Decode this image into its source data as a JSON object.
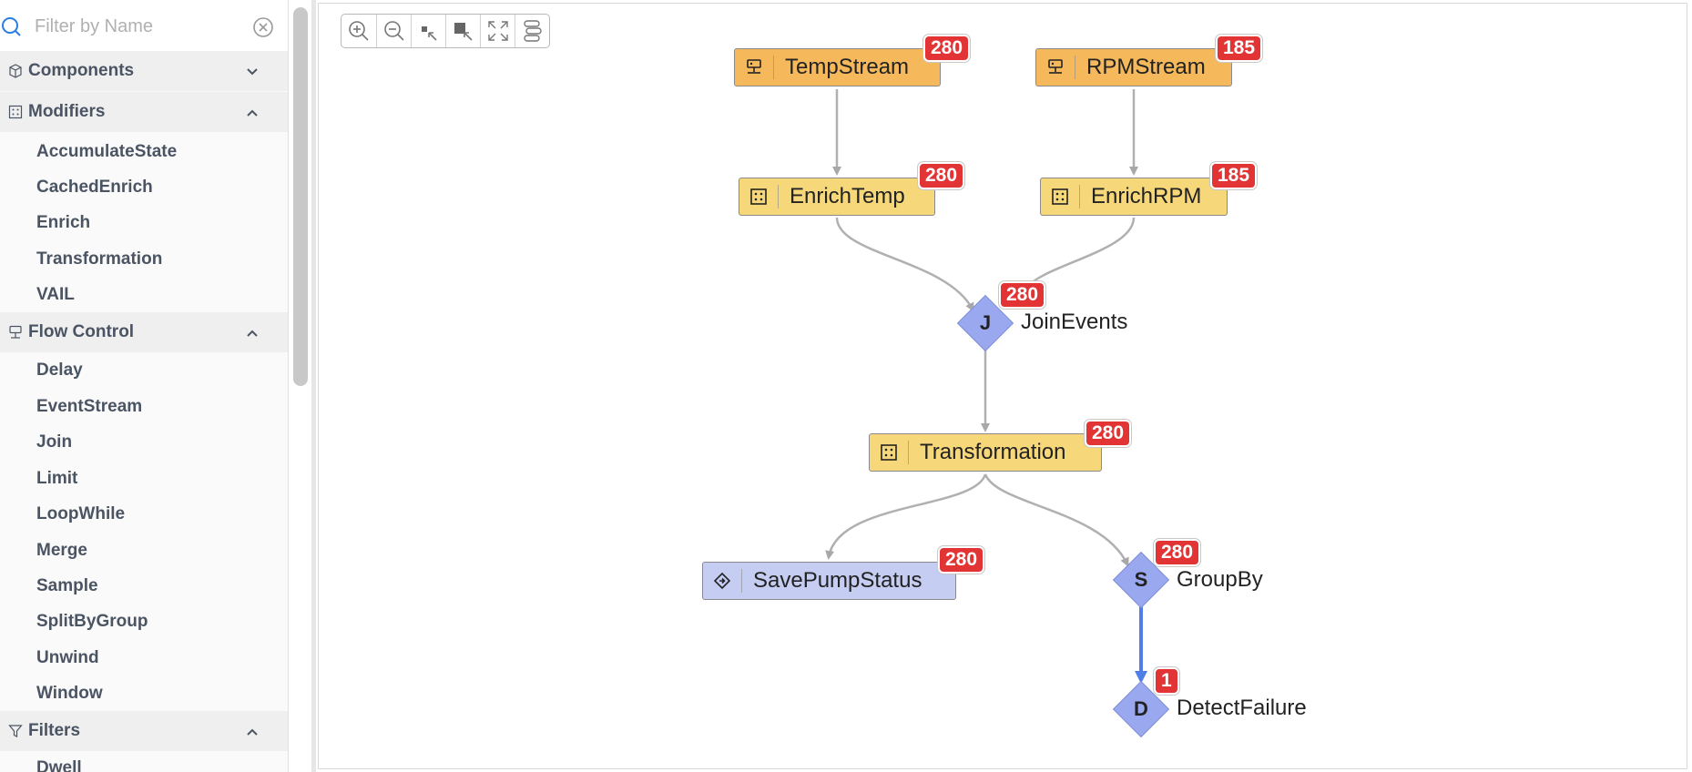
{
  "search": {
    "placeholder": "Filter by Name"
  },
  "sidebar": {
    "sections": [
      {
        "label": "Components",
        "state": "collapsed",
        "items": []
      },
      {
        "label": "Modifiers",
        "state": "expanded",
        "items": [
          "AccumulateState",
          "CachedEnrich",
          "Enrich",
          "Transformation",
          "VAIL"
        ]
      },
      {
        "label": "Flow Control",
        "state": "expanded",
        "items": [
          "Delay",
          "EventStream",
          "Join",
          "Limit",
          "LoopWhile",
          "Merge",
          "Sample",
          "SplitByGroup",
          "Unwind",
          "Window"
        ]
      },
      {
        "label": "Filters",
        "state": "expanded",
        "items": [
          "Dwell"
        ]
      }
    ]
  },
  "toolbar": {
    "buttons": [
      "zoom-in-icon",
      "zoom-out-icon",
      "collapse-node-icon",
      "expand-node-icon",
      "fit-screen-icon",
      "auto-layout-icon"
    ]
  },
  "graph": {
    "nodes": [
      {
        "id": "tempstream",
        "label": "TempStream",
        "count": "280",
        "kind": "source",
        "color": "#f5b95c"
      },
      {
        "id": "rpmstream",
        "label": "RPMStream",
        "count": "185",
        "kind": "source",
        "color": "#f5b95c"
      },
      {
        "id": "enrichtemp",
        "label": "EnrichTemp",
        "count": "280",
        "kind": "modifier",
        "color": "#f6d87a"
      },
      {
        "id": "enrichrpm",
        "label": "EnrichRPM",
        "count": "185",
        "kind": "modifier",
        "color": "#f6d87a"
      },
      {
        "id": "joinevents",
        "label": "JoinEvents",
        "count": "280",
        "kind": "flow",
        "letter": "J"
      },
      {
        "id": "transformation",
        "label": "Transformation",
        "count": "280",
        "kind": "modifier",
        "color": "#f6d87a"
      },
      {
        "id": "savepumpstatus",
        "label": "SavePumpStatus",
        "count": "280",
        "kind": "sink",
        "color": "#c6cdf2"
      },
      {
        "id": "groupby",
        "label": "GroupBy",
        "count": "280",
        "kind": "flow",
        "letter": "S"
      },
      {
        "id": "detectfailure",
        "label": "DetectFailure",
        "count": "1",
        "kind": "flow",
        "letter": "D"
      }
    ],
    "highlight_color": "#4f7ee8",
    "badge_color": "#e23434"
  }
}
